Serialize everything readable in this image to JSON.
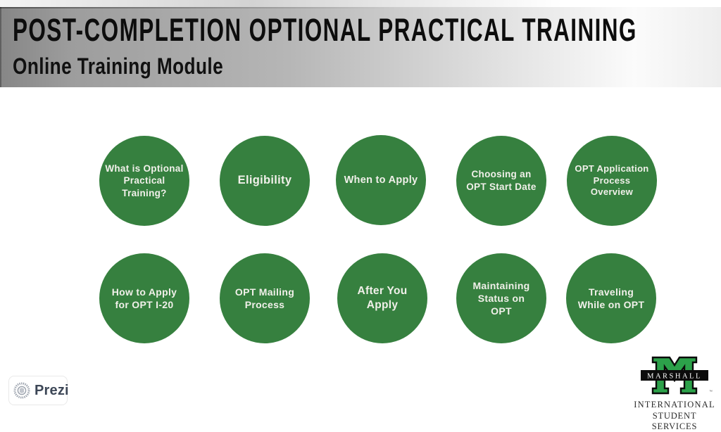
{
  "header": {
    "title": "POST-COMPLETION OPTIONAL PRACTICAL TRAINING",
    "subtitle": "Online Training Module"
  },
  "modules": [
    {
      "label": "What is Optional\nPractical Training?"
    },
    {
      "label": "Eligibility"
    },
    {
      "label": "When to Apply"
    },
    {
      "label": "Choosing an\nOPT Start Date"
    },
    {
      "label": "OPT Application\nProcess\nOverview"
    },
    {
      "label": "How to Apply\nfor OPT I-20"
    },
    {
      "label": "OPT Mailing\nProcess"
    },
    {
      "label": "After You\nApply"
    },
    {
      "label": "Maintaining\nStatus on\nOPT"
    },
    {
      "label": "Traveling\nWhile on OPT"
    }
  ],
  "branding": {
    "prezi_label": "Prezi",
    "prezi_icon": "prezi-sunburst-icon",
    "marshall_wordmark": "MARSHALL",
    "marshall_trademark": "™",
    "marshall_line1": "INTERNATIONAL",
    "marshall_line2": "STUDENT SERVICES"
  },
  "colors": {
    "module_green": "#36803F",
    "module_text": "#F1F0EA",
    "marshall_green": "#2CA14A",
    "banner_black": "#0B0B0B",
    "header_text": "#0D0D0D",
    "prezi_gray": "#9AA1AC"
  }
}
